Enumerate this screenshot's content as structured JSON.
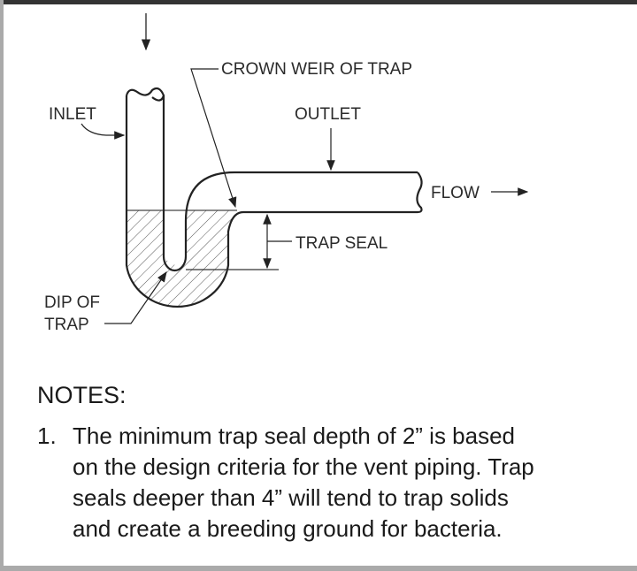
{
  "labels": {
    "inlet": "INLET",
    "crown_weir": "CROWN WEIR OF TRAP",
    "outlet": "OUTLET",
    "flow": "FLOW",
    "trap_seal": "TRAP SEAL",
    "dip_line1": "DIP OF",
    "dip_line2": "TRAP"
  },
  "notes": {
    "title": "NOTES:",
    "items": [
      {
        "number": "1.",
        "lines": [
          "The minimum trap seal depth of 2” is based",
          "on the design criteria for the vent piping. Trap",
          "seals deeper than 4” will tend to trap solids",
          "and create a breeding ground for bacteria."
        ]
      }
    ]
  }
}
